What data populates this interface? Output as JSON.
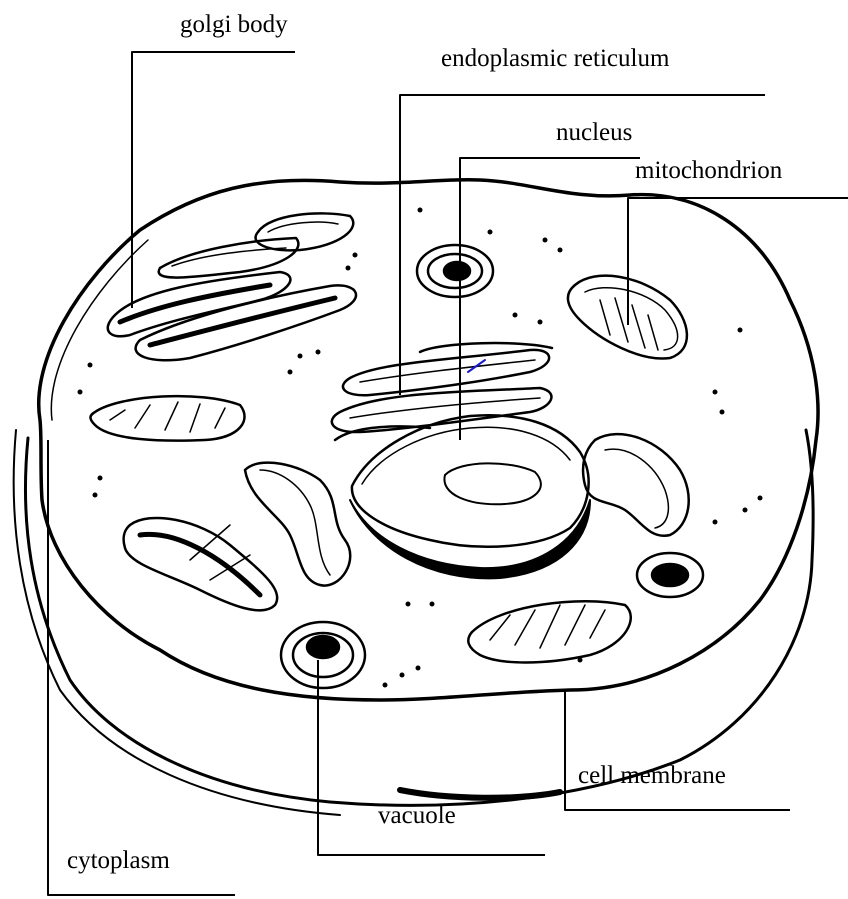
{
  "labels": {
    "golgi": "golgi body",
    "er": "endoplasmic reticulum",
    "nucleus": "nucleus",
    "mitochondrion": "mitochondrion",
    "cell_membrane": "cell membrane",
    "vacuole": "vacuole",
    "cytoplasm": "cytoplasm"
  },
  "colors": {
    "ink": "#000000",
    "background": "#ffffff",
    "accent": "#1a1ad0"
  }
}
